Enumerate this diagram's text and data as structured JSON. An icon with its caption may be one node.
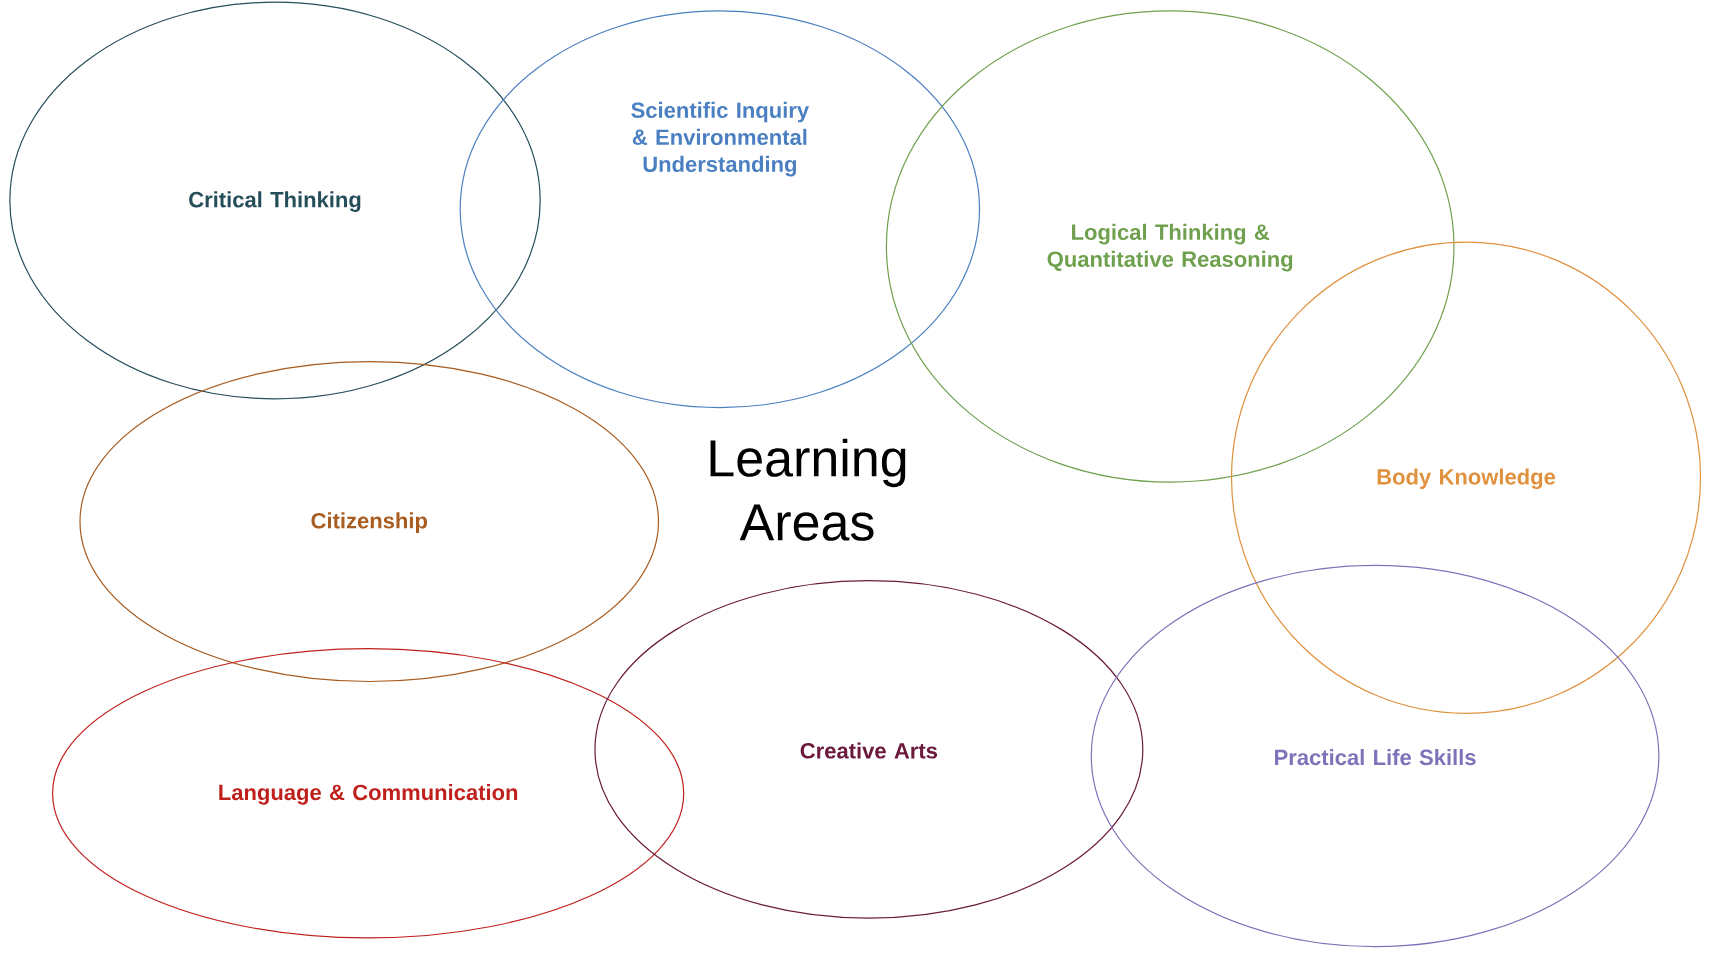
{
  "diagram": {
    "title": "Learning Areas",
    "nodes": [
      {
        "text": [
          "Critical Thinking"
        ]
      },
      {
        "text": [
          "Scientific Inquiry & Environmental Understanding"
        ]
      },
      {
        "text": [
          "Logical Thinking & Quantitative Reasoning"
        ]
      },
      {
        "text": [
          "Body Knowledge"
        ]
      },
      {
        "text": [
          "Citizenship"
        ]
      },
      {
        "text": [
          "Language & Communication"
        ]
      },
      {
        "text": [
          "Creative Arts"
        ]
      },
      {
        "text": [
          "Practical Life Skills"
        ]
      }
    ]
  }
}
